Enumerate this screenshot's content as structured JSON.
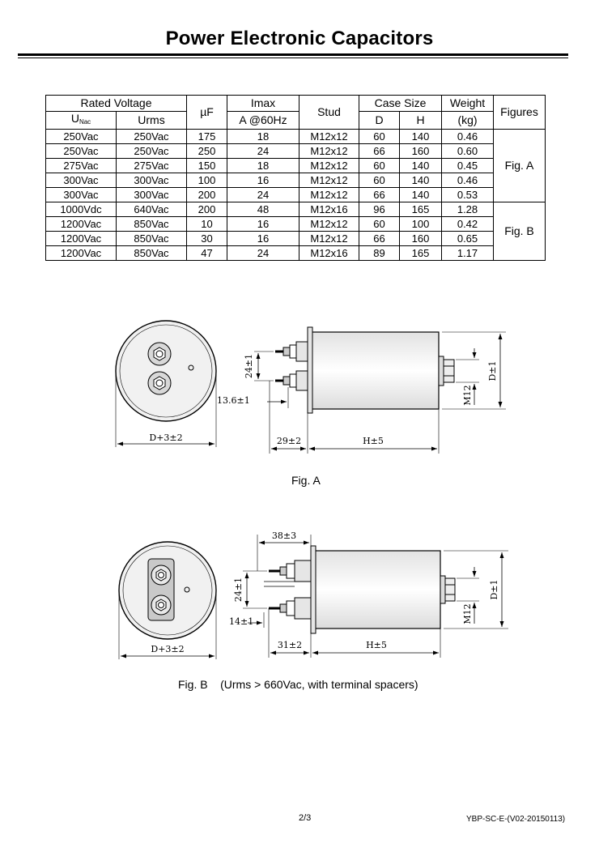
{
  "page": {
    "title": "Power Electronic Capacitors"
  },
  "table": {
    "header": {
      "rated_voltage": "Rated Voltage",
      "unac_main": "U",
      "unac_sub": "Nac",
      "urms": "Urms",
      "uf": "µF",
      "imax_line1": "Imax",
      "imax_line2": "A @60Hz",
      "stud": "Stud",
      "case_size": "Case Size",
      "d": "D",
      "h": "H",
      "weight_line1": "Weight",
      "weight_line2": "(kg)",
      "figures": "Figures"
    },
    "rows": [
      {
        "unac": "250Vac",
        "urms": "250Vac",
        "uf": "175",
        "imax": "18",
        "stud": "M12x12",
        "d": "60",
        "h": "140",
        "weight": "0.46"
      },
      {
        "unac": "250Vac",
        "urms": "250Vac",
        "uf": "250",
        "imax": "24",
        "stud": "M12x12",
        "d": "66",
        "h": "160",
        "weight": "0.60"
      },
      {
        "unac": "275Vac",
        "urms": "275Vac",
        "uf": "150",
        "imax": "18",
        "stud": "M12x12",
        "d": "60",
        "h": "140",
        "weight": "0.45"
      },
      {
        "unac": "300Vac",
        "urms": "300Vac",
        "uf": "100",
        "imax": "16",
        "stud": "M12x12",
        "d": "60",
        "h": "140",
        "weight": "0.46"
      },
      {
        "unac": "300Vac",
        "urms": "300Vac",
        "uf": "200",
        "imax": "24",
        "stud": "M12x12",
        "d": "66",
        "h": "140",
        "weight": "0.53"
      },
      {
        "unac": "1000Vdc",
        "urms": "640Vac",
        "uf": "200",
        "imax": "48",
        "stud": "M12x16",
        "d": "96",
        "h": "165",
        "weight": "1.28"
      },
      {
        "unac": "1200Vac",
        "urms": "850Vac",
        "uf": "10",
        "imax": "16",
        "stud": "M12x12",
        "d": "60",
        "h": "100",
        "weight": "0.42"
      },
      {
        "unac": "1200Vac",
        "urms": "850Vac",
        "uf": "30",
        "imax": "16",
        "stud": "M12x12",
        "d": "66",
        "h": "160",
        "weight": "0.65"
      },
      {
        "unac": "1200Vac",
        "urms": "850Vac",
        "uf": "47",
        "imax": "24",
        "stud": "M12x16",
        "d": "89",
        "h": "165",
        "weight": "1.17"
      }
    ],
    "figure_a": "Fig. A",
    "figure_b": "Fig. B"
  },
  "fig_a": {
    "caption": "Fig. A",
    "dims": {
      "front_dia": "D+3±2",
      "terminal_pitch": "24±1",
      "stud_offset": "13.6±1",
      "terminal_height": "29±2",
      "height": "H±5",
      "diameter": "D±1",
      "stud": "M12"
    }
  },
  "fig_b": {
    "caption": "Fig. B    (Urms > 660Vac, with terminal spacers)",
    "dims": {
      "front_dia": "D+3±2",
      "spacer_height": "38±3",
      "terminal_pitch": "24±1",
      "stud_offset": "14±1",
      "terminal_height": "31±2",
      "height": "H±5",
      "diameter": "D±1",
      "stud": "M12"
    }
  },
  "footer": {
    "page_number": "2/3",
    "doc_code": "YBP-SC-E-(V02-20150113)"
  }
}
